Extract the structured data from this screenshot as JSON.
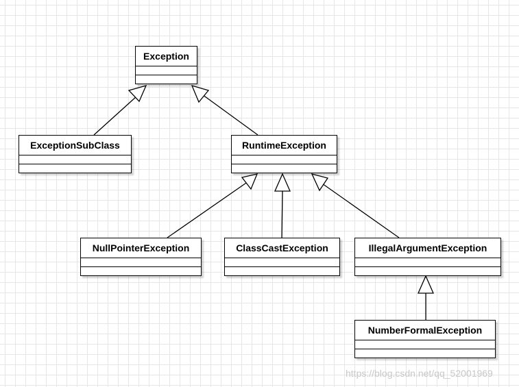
{
  "classes": {
    "exception": {
      "name": "Exception"
    },
    "exception_sub_class": {
      "name": "ExceptionSubClass"
    },
    "runtime_exception": {
      "name": "RuntimeException"
    },
    "null_pointer_exception": {
      "name": "NullPointerException"
    },
    "class_cast_exception": {
      "name": "ClassCastException"
    },
    "illegal_argument_exception": {
      "name": "IllegalArgumentException"
    },
    "number_formal_exception": {
      "name": "NumberFormalException"
    }
  },
  "inheritance": [
    {
      "child": "ExceptionSubClass",
      "parent": "Exception"
    },
    {
      "child": "RuntimeException",
      "parent": "Exception"
    },
    {
      "child": "NullPointerException",
      "parent": "RuntimeException"
    },
    {
      "child": "ClassCastException",
      "parent": "RuntimeException"
    },
    {
      "child": "IllegalArgumentException",
      "parent": "RuntimeException"
    },
    {
      "child": "NumberFormalException",
      "parent": "IllegalArgumentException"
    }
  ],
  "watermark": "https://blog.csdn.net/qq_52001969",
  "colors": {
    "line": "#000000",
    "grid": "#e6e6e6",
    "watermark": "#c8c8c8"
  }
}
